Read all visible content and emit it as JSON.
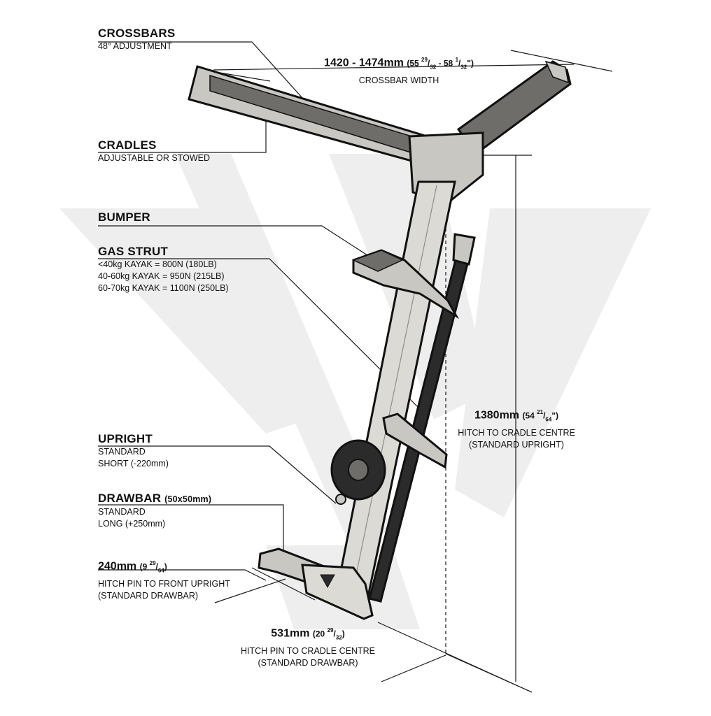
{
  "colors": {
    "steel": "#c9c7c2",
    "steel_light": "#dcdad5",
    "crossbar": "#6f6d69",
    "dark": "#2b2b2b",
    "watermark": "#eeeeee",
    "line": "#1a1a1a"
  },
  "labels": {
    "crossbars": {
      "title": "CROSSBARS",
      "sub": "48° ADJUSTMENT"
    },
    "cradles": {
      "title": "CRADLES",
      "sub": "ADJUSTABLE OR STOWED"
    },
    "bumper": {
      "title": "BUMPER"
    },
    "gas_strut": {
      "title": "GAS STRUT",
      "lines": [
        "<40kg KAYAK = 800N (180LB)",
        "40-60kg KAYAK = 950N (215LB)",
        "60-70kg KAYAK = 1100N (250LB)"
      ]
    },
    "upright": {
      "title": "UPRIGHT",
      "lines": [
        "STANDARD",
        "SHORT (-220mm)"
      ]
    },
    "drawbar": {
      "title": "DRAWBAR",
      "size": "(50x50mm)",
      "lines": [
        "STANDARD",
        "LONG (+250mm)"
      ]
    }
  },
  "dimensions": {
    "crossbar_width": {
      "main": "1420 - 1474mm",
      "paren_open": "(55 ",
      "n1": "29",
      "d1": "32",
      "mid": " - 58 ",
      "n2": "1",
      "d2": "32",
      "close": "\")",
      "sub": "CROSSBAR WIDTH"
    },
    "hitch_to_cradle_height": {
      "main": "1380mm",
      "paren_open": "(54 ",
      "n": "21",
      "d": "64",
      "close": "\")",
      "lines": [
        "HITCH TO CRADLE CENTRE",
        "(STANDARD UPRIGHT)"
      ]
    },
    "hitch_to_upright": {
      "main": "240mm",
      "paren_open": "(9 ",
      "n": "29",
      "d": "64",
      "close": ")",
      "lines": [
        "HITCH PIN TO FRONT UPRIGHT",
        "(STANDARD DRAWBAR)"
      ]
    },
    "hitch_to_cradle_centre": {
      "main": "531mm",
      "paren_open": "(20 ",
      "n": "29",
      "d": "32",
      "close": ")",
      "lines": [
        "HITCH PIN TO CRADLE CENTRE",
        "(STANDARD DRAWBAR)"
      ]
    }
  },
  "icons": {
    "watermark": "wk-logo-watermark",
    "product": "kayak-carrier-illustration"
  }
}
